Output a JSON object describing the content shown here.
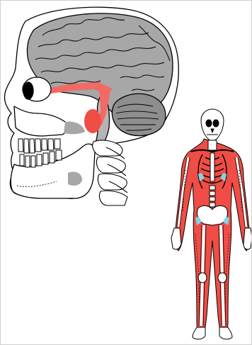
{
  "figure": {
    "head_cross_section": {
      "parts": [
        "skull",
        "brain",
        "eye",
        "jaw",
        "teeth",
        "cervical-spine",
        "cerebellum",
        "optic-nerve-highlight",
        "pituitary-highlight"
      ]
    },
    "full_body": {
      "parts": [
        "skull",
        "rib-cage",
        "spine",
        "pelvis",
        "muscles",
        "arms",
        "legs"
      ]
    },
    "colors": {
      "bone": "#ffffff",
      "outline": "#000000",
      "brain": "#a7a7a7",
      "muscle": "#ef4d45",
      "highlight": "#f26a64",
      "cartilage": "#7fd6e0"
    }
  }
}
